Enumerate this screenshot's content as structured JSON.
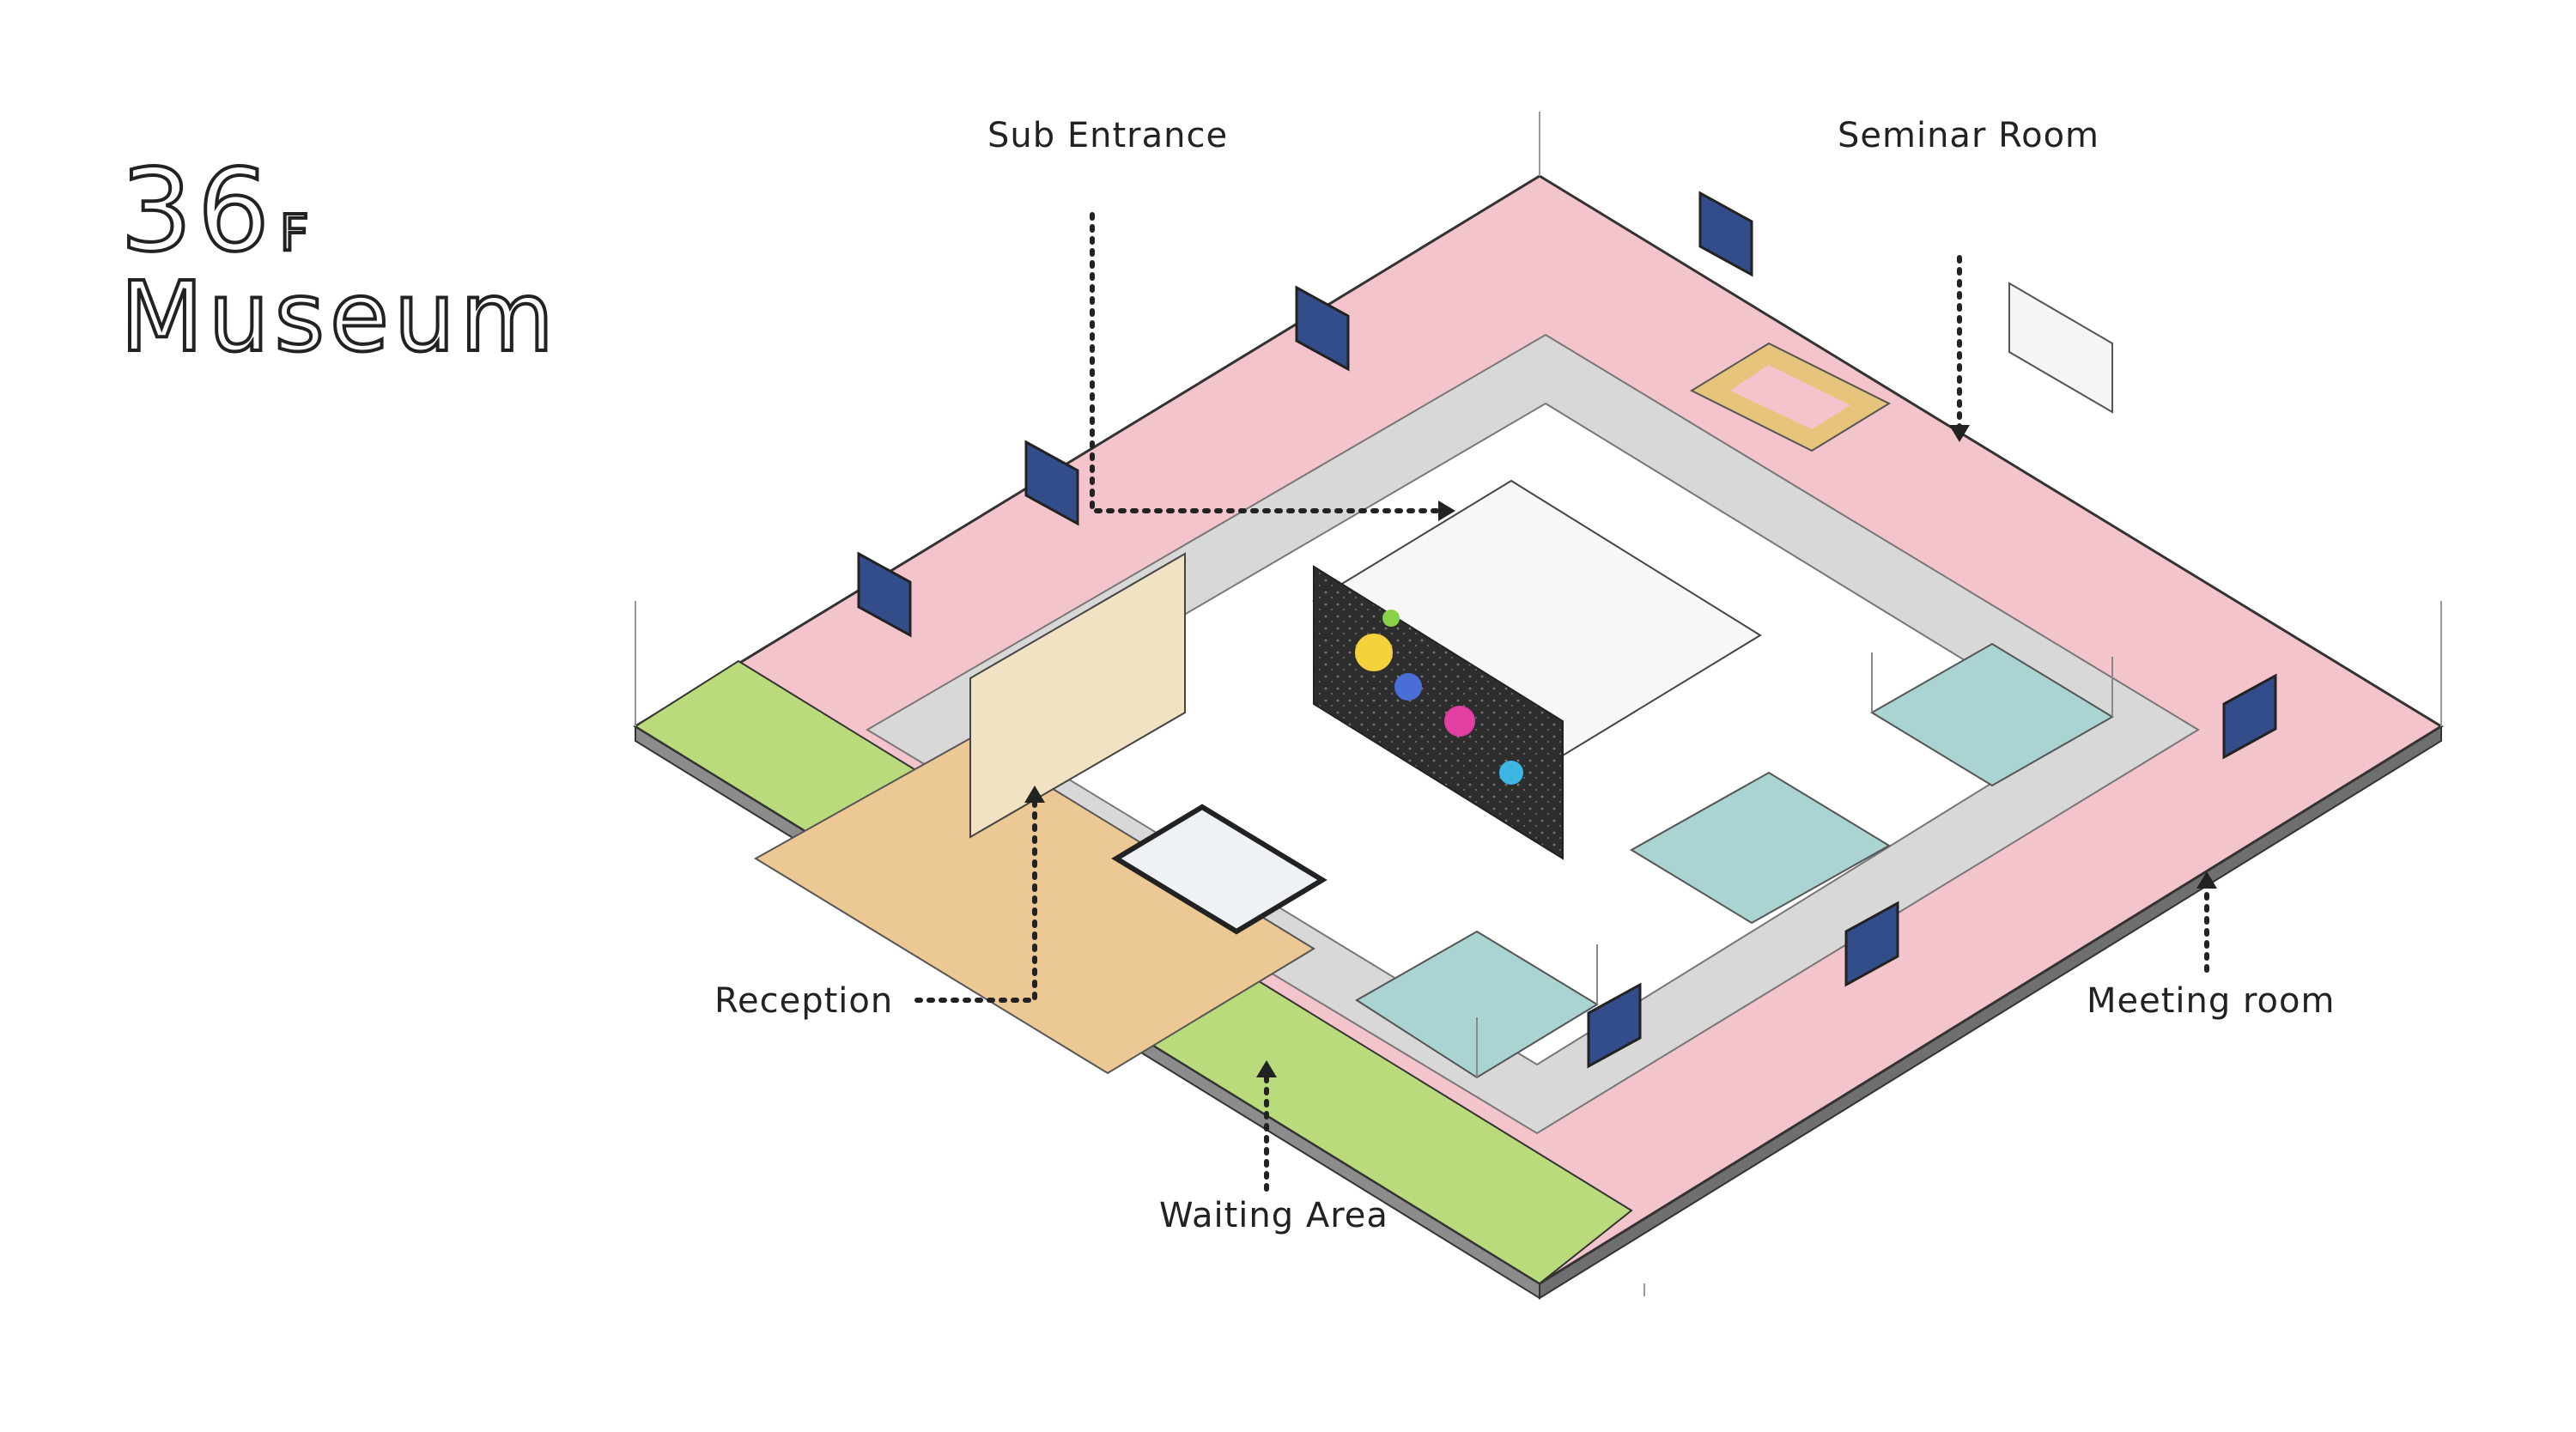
{
  "title": {
    "floor": "36",
    "floor_suffix": "F",
    "name": "Museum"
  },
  "labels": {
    "sub_entrance": "Sub Entrance",
    "seminar_room": "Seminar Room",
    "reception": "Reception",
    "waiting_area": "Waiting Area",
    "meeting_room": "Meeting room"
  },
  "colors": {
    "office_floor": "#f4c4cc",
    "meeting_floor": "#f4c4cc",
    "corridor": "#d8d8d8",
    "lounge_floor": "#ecc894",
    "green_edge": "#b9db7c",
    "teal_room": "#a9d4d1",
    "floor_side": "#8c8c8c",
    "outline": "#333333",
    "wall": "#f3f3f3"
  }
}
